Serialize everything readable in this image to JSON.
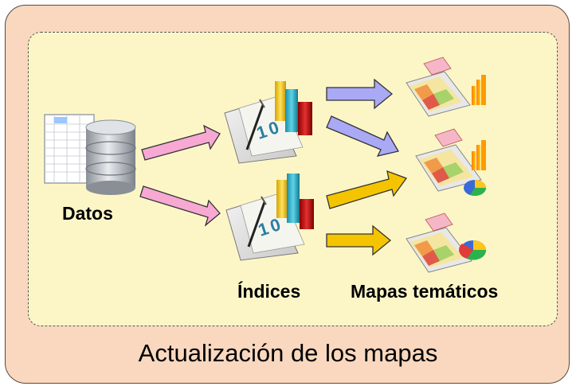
{
  "labels": {
    "datos": "Datos",
    "indices": "Índices",
    "mapas": "Mapas temáticos"
  },
  "title": "Actualización de los mapas",
  "colors": {
    "outer_bg": "#f9d8bf",
    "inner_bg": "#fcf6c7",
    "arrow_pink": "#f7a8d3",
    "arrow_blue": "#a9a9f5",
    "arrow_yellow": "#f5c400"
  },
  "icons": [
    "spreadsheet-database-icon",
    "index-chart-icon",
    "index-chart-icon",
    "thematic-map-icon",
    "thematic-map-icon",
    "thematic-map-icon"
  ],
  "chart_badges": [
    "1",
    "0",
    "1",
    "0"
  ]
}
